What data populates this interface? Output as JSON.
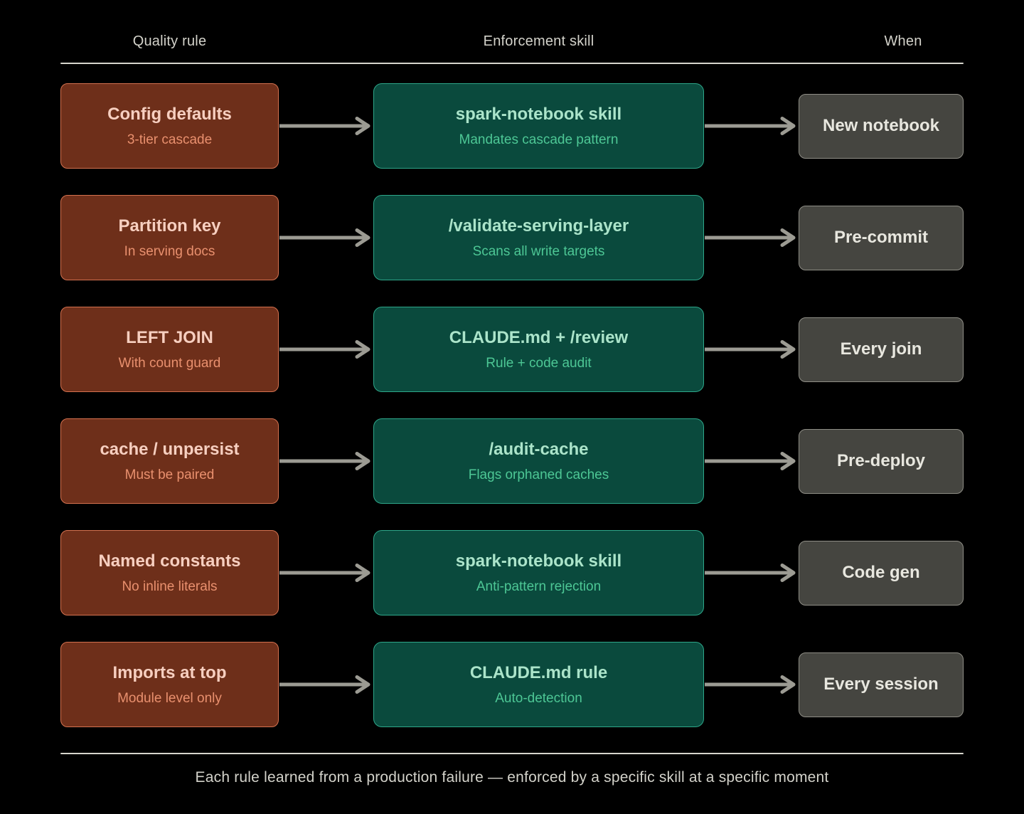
{
  "header": {
    "quality_rule": "Quality rule",
    "enforcement_skill": "Enforcement skill",
    "when": "When"
  },
  "rows": [
    {
      "rule_title": "Config defaults",
      "rule_subtitle": "3-tier cascade",
      "skill_title": "spark-notebook skill",
      "skill_subtitle": "Mandates cascade pattern",
      "when": "New notebook"
    },
    {
      "rule_title": "Partition key",
      "rule_subtitle": "In serving docs",
      "skill_title": "/validate-serving-layer",
      "skill_subtitle": "Scans all write targets",
      "when": "Pre-commit"
    },
    {
      "rule_title": "LEFT JOIN",
      "rule_subtitle": "With count guard",
      "skill_title": "CLAUDE.md + /review",
      "skill_subtitle": "Rule + code audit",
      "when": "Every join"
    },
    {
      "rule_title": "cache / unpersist",
      "rule_subtitle": "Must be paired",
      "skill_title": "/audit-cache",
      "skill_subtitle": "Flags orphaned caches",
      "when": "Pre-deploy"
    },
    {
      "rule_title": "Named constants",
      "rule_subtitle": "No inline literals",
      "skill_title": "spark-notebook skill",
      "skill_subtitle": "Anti-pattern rejection",
      "when": "Code gen"
    },
    {
      "rule_title": "Imports at top",
      "rule_subtitle": "Module level only",
      "skill_title": "CLAUDE.md rule",
      "skill_subtitle": "Auto-detection",
      "when": "Every session"
    }
  ],
  "footer": {
    "caption": "Each rule learned from a production failure — enforced by a specific skill at a specific moment"
  },
  "colors": {
    "background": "#000000",
    "rule_box_bg": "#6E2F1A",
    "rule_box_border": "#D4714F",
    "rule_title": "#F7CFC0",
    "rule_subtitle": "#E9906E",
    "skill_box_bg": "#0A4A3D",
    "skill_box_border": "#2EA78A",
    "skill_title": "#ABE4CA",
    "skill_subtitle": "#4DC795",
    "when_box_bg": "#454540",
    "when_box_border": "#8F8E86",
    "when_text": "#E8E7DF",
    "arrow": "#9C9B93",
    "heading_text": "#D3D2CA",
    "rule_line": "#D6D5CD"
  }
}
